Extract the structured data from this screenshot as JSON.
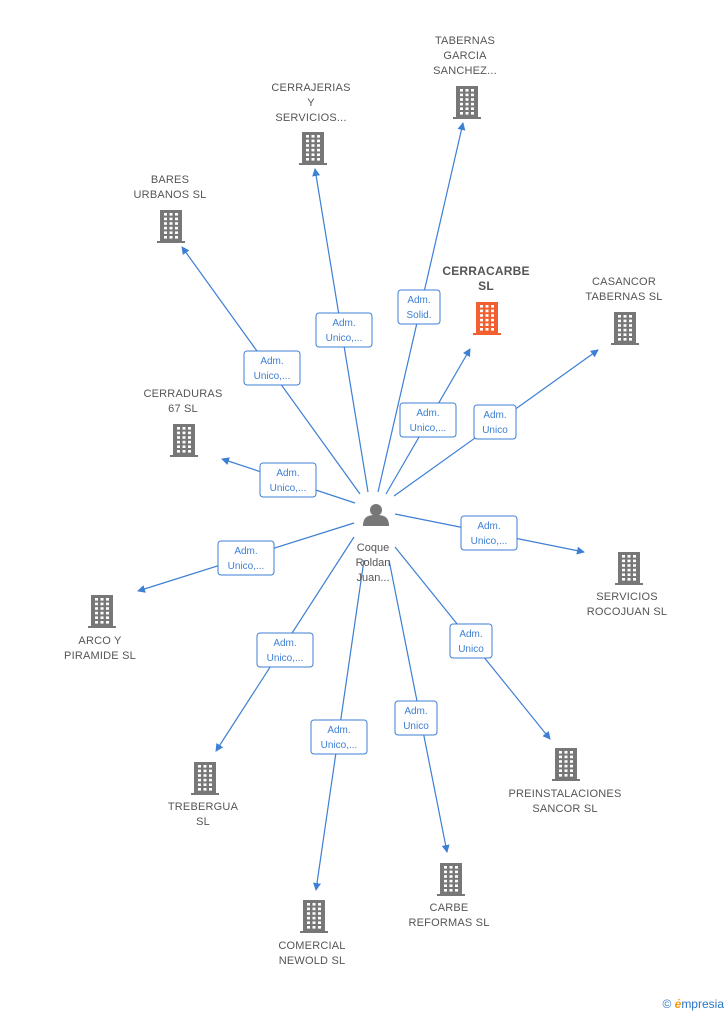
{
  "center": {
    "name_lines": [
      "Coque",
      "Roldan",
      "Juan..."
    ],
    "icon": "person-icon"
  },
  "colors": {
    "edge": "#3d7fd3",
    "company_icon": "#777777",
    "highlight_icon": "#f06030"
  },
  "nodes": [
    {
      "id": "tabernas-garcia",
      "lines": [
        "TABERNAS",
        "GARCIA",
        "SANCHEZ..."
      ],
      "relation": [
        "Adm.",
        "Solid."
      ],
      "highlight": false
    },
    {
      "id": "cerrajerias",
      "lines": [
        "CERRAJERIAS",
        "Y",
        "SERVICIOS..."
      ],
      "relation": [
        "Adm.",
        "Unico,..."
      ],
      "highlight": false
    },
    {
      "id": "bares-urbanos",
      "lines": [
        "BARES",
        "URBANOS  SL"
      ],
      "relation": [
        "Adm.",
        "Unico,..."
      ],
      "highlight": false
    },
    {
      "id": "cerracarbe",
      "lines": [
        "CERRACARBE",
        "SL"
      ],
      "relation": [
        "Adm.",
        "Unico,..."
      ],
      "highlight": true
    },
    {
      "id": "casancor",
      "lines": [
        "CASANCOR",
        "TABERNAS SL"
      ],
      "relation": [
        "Adm.",
        "Unico"
      ],
      "highlight": false
    },
    {
      "id": "cerraduras",
      "lines": [
        "CERRADURAS",
        "67  SL"
      ],
      "relation": [
        "Adm.",
        "Unico,..."
      ],
      "highlight": false
    },
    {
      "id": "servicios-rocojuan",
      "lines": [
        "SERVICIOS",
        "ROCOJUAN  SL"
      ],
      "relation": [
        "Adm.",
        "Unico,..."
      ],
      "highlight": false
    },
    {
      "id": "arco-piramide",
      "lines": [
        "ARCO Y",
        "PIRAMIDE  SL"
      ],
      "relation": [
        "Adm.",
        "Unico,..."
      ],
      "highlight": false
    },
    {
      "id": "trebergua",
      "lines": [
        "TREBERGUA",
        "SL"
      ],
      "relation": [
        "Adm.",
        "Unico,..."
      ],
      "highlight": false
    },
    {
      "id": "comercial-newold",
      "lines": [
        "COMERCIAL",
        "NEWOLD  SL"
      ],
      "relation": [
        "Adm.",
        "Unico,..."
      ],
      "highlight": false
    },
    {
      "id": "carbe-reformas",
      "lines": [
        "CARBE",
        "REFORMAS  SL"
      ],
      "relation": [
        "Adm.",
        "Unico"
      ],
      "highlight": false
    },
    {
      "id": "preinstalaciones",
      "lines": [
        "PREINSTALACIONES",
        "SANCOR SL"
      ],
      "relation": [
        "Adm.",
        "Unico"
      ],
      "highlight": false
    }
  ],
  "brand": {
    "copyright": "©",
    "e": "ė",
    "name": "mpresia"
  }
}
